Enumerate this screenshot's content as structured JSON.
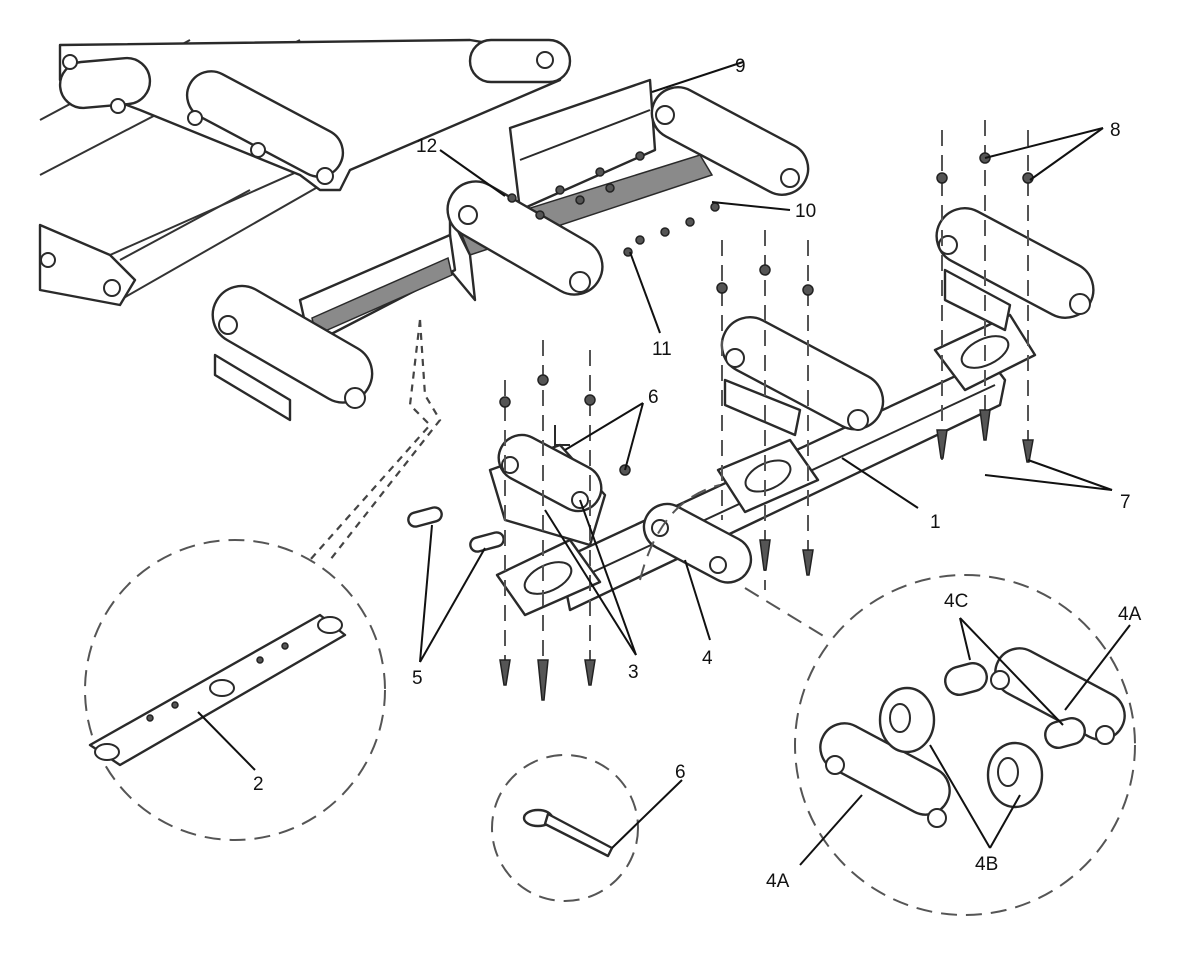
{
  "callouts": {
    "c1": "1",
    "c2": "2",
    "c3": "3",
    "c4": "4",
    "c4A_top": "4A",
    "c4A_bottom": "4A",
    "c4B": "4B",
    "c4C": "4C",
    "c5": "5",
    "c6_main": "6",
    "c6_detail": "6",
    "c7": "7",
    "c8": "8",
    "c9": "9",
    "c10": "10",
    "c11": "11",
    "c12": "12"
  }
}
